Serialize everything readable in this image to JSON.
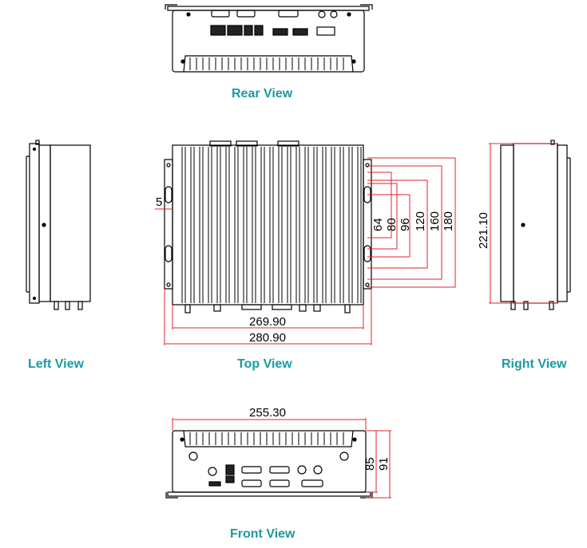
{
  "views": {
    "rear": "Rear View",
    "left": "Left View",
    "top": "Top View",
    "right": "Right View",
    "front": "Front View"
  },
  "dimensions": {
    "top_offset": "5",
    "top_vertical": [
      "64",
      "80",
      "96",
      "120",
      "160",
      "180"
    ],
    "top_width_inner": "269.90",
    "top_width_outer": "280.90",
    "right_depth": "221.10",
    "front_width": "255.30",
    "front_height_inner": "85",
    "front_height_outer": "91"
  },
  "colors": {
    "line": "#000000",
    "dimension": "#e0242a",
    "caption": "#1a9aa0"
  }
}
